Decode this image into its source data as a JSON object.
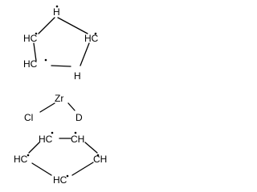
{
  "structure": {
    "upper_ring": {
      "atoms": {
        "top": "H",
        "left": "HC",
        "right": "HC",
        "bottom_left": "HC",
        "bottom_right": "H"
      }
    },
    "center": {
      "metal": "Zr",
      "ligand_left": "Cl",
      "ligand_right": "D"
    },
    "lower_ring": {
      "atoms": {
        "top_left": "HC",
        "top_right": "CH",
        "left": "HC",
        "right": "CH",
        "bottom": "HC"
      }
    }
  },
  "colors": {
    "ink": "#000000",
    "background": "#ffffff"
  }
}
